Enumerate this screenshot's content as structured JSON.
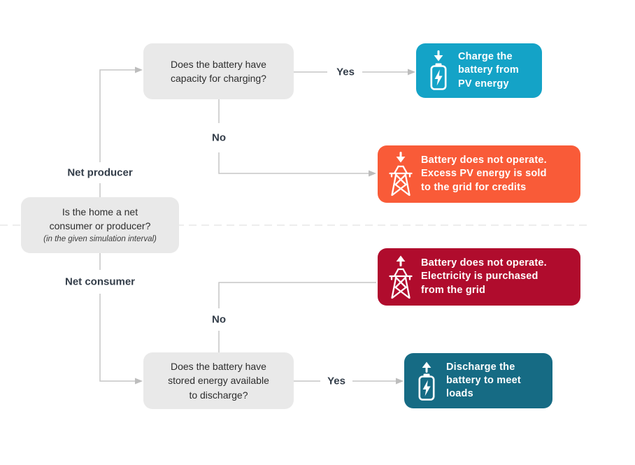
{
  "diagram": {
    "title_semantics": "Home battery dispatch decision flowchart",
    "root": {
      "question": "Is the home a net\nconsumer or producer?",
      "note": "(in the given simulation interval)"
    },
    "questions": {
      "charging": "Does the battery have\ncapacity for charging?",
      "discharging": "Does the battery have\nstored energy available\nto discharge?"
    },
    "branch_labels": {
      "net_producer": "Net producer",
      "net_consumer": "Net consumer",
      "yes_top": "Yes",
      "no_top": "No",
      "no_bottom": "No",
      "yes_bottom": "Yes"
    },
    "outcomes": {
      "charge": {
        "text": "Charge the\nbattery from\nPV energy",
        "color": "#14a3c7",
        "icon": "arrow-down-battery-bolt"
      },
      "sell": {
        "text": "Battery does not operate.\nExcess PV energy is sold\nto the grid for credits",
        "color": "#f95b38",
        "icon": "arrow-down-transmission-tower"
      },
      "buy": {
        "text": "Battery does not operate.\nElectricity is purchased\nfrom the grid",
        "color": "#b00c2d",
        "icon": "arrow-up-transmission-tower"
      },
      "discharge": {
        "text": "Discharge the\nbattery to meet\nloads",
        "color": "#166b84",
        "icon": "arrow-up-battery-bolt"
      }
    },
    "style_colors": {
      "gray_node_bg": "#e9e9e9",
      "connector_line": "#c6c6c6",
      "arrowhead": "#bdbdbd",
      "divider_dashed": "#ededed",
      "label_text": "#333d49",
      "question_text": "#2d2d2d",
      "outcome_text": "#ffffff"
    }
  }
}
